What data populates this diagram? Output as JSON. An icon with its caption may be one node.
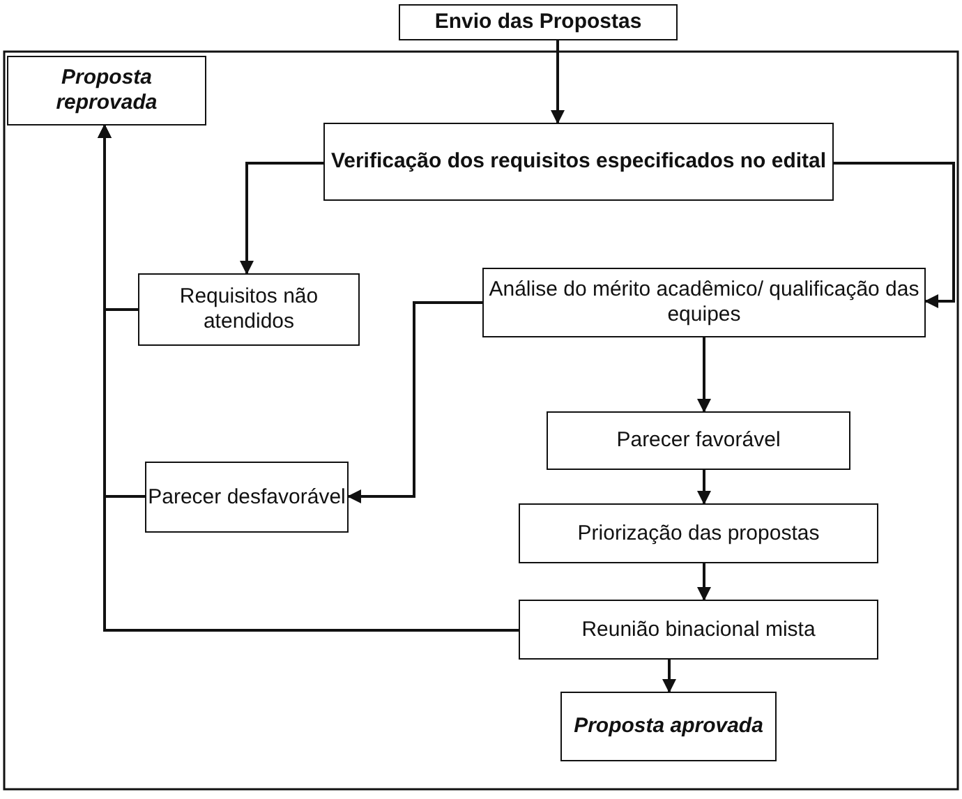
{
  "diagram": {
    "nodes": [
      {
        "text": [
          "Envio das Propostas"
        ]
      },
      {
        "text": [
          "Proposta reprovada"
        ]
      },
      {
        "text": [
          "Verificação dos requisitos especificados no edital"
        ]
      },
      {
        "text": [
          "Requisitos não atendidos"
        ]
      },
      {
        "text": [
          "Análise do mérito acadêmico/ qualificação das equipes"
        ]
      },
      {
        "text": [
          "Parecer favorável"
        ]
      },
      {
        "text": [
          "Parecer desfavorável"
        ]
      },
      {
        "text": [
          "Priorização das propostas"
        ]
      },
      {
        "text": [
          "Reunião binacional mista"
        ]
      },
      {
        "text": [
          "Proposta aprovada"
        ]
      }
    ],
    "edges": [
      {
        "from": 0,
        "to": 2,
        "arrow": "to"
      },
      {
        "from": 2,
        "to": 3,
        "arrow": "to"
      },
      {
        "from": 2,
        "to": 4,
        "arrow": "to"
      },
      {
        "from": 4,
        "to": 6,
        "arrow": "to"
      },
      {
        "from": 4,
        "to": 5,
        "arrow": "to"
      },
      {
        "from": 5,
        "to": 7,
        "arrow": "to"
      },
      {
        "from": 7,
        "to": 8,
        "arrow": "to"
      },
      {
        "from": 8,
        "to": 9,
        "arrow": "to"
      },
      {
        "from": 3,
        "to": 1,
        "arrow": "to"
      },
      {
        "from": 6,
        "to": 1,
        "arrow": "to"
      },
      {
        "from": 8,
        "to": 1,
        "arrow": "to"
      }
    ]
  }
}
